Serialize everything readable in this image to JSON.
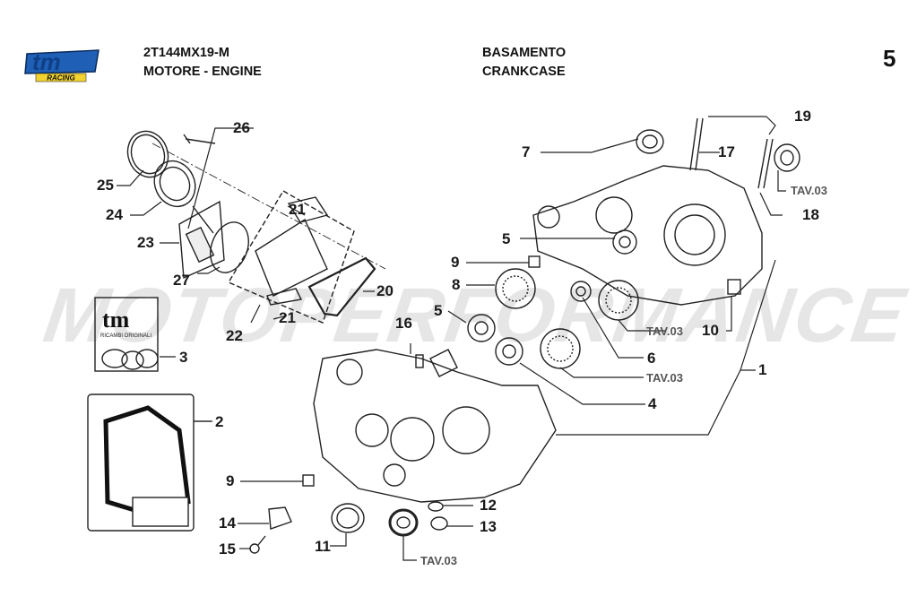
{
  "header": {
    "logo_text": "tm",
    "logo_sub": "RACING",
    "model_code": "2T144MX19-M",
    "group": "MOTORE - ENGINE",
    "section_it": "BASAMENTO",
    "section_en": "CRANKCASE",
    "page_number": "5"
  },
  "watermark": "MOTOPERFORMANCE",
  "kit_labels": {
    "brand": "tm",
    "ricambi": "RICAMBI ORIGINALI"
  },
  "colors": {
    "logo_blue": "#1f5fb5",
    "logo_yellow": "#f2d22e",
    "line": "#222222",
    "tav_text": "#555555"
  },
  "callouts": [
    {
      "id": "c1",
      "text": "1"
    },
    {
      "id": "c2",
      "text": "2"
    },
    {
      "id": "c3",
      "text": "3"
    },
    {
      "id": "c4",
      "text": "4"
    },
    {
      "id": "c5a",
      "text": "5"
    },
    {
      "id": "c5b",
      "text": "5"
    },
    {
      "id": "c6",
      "text": "6"
    },
    {
      "id": "c7",
      "text": "7"
    },
    {
      "id": "c8",
      "text": "8"
    },
    {
      "id": "c9a",
      "text": "9"
    },
    {
      "id": "c9b",
      "text": "9"
    },
    {
      "id": "c10",
      "text": "10"
    },
    {
      "id": "c11",
      "text": "11"
    },
    {
      "id": "c12",
      "text": "12"
    },
    {
      "id": "c13",
      "text": "13"
    },
    {
      "id": "c14",
      "text": "14"
    },
    {
      "id": "c15",
      "text": "15"
    },
    {
      "id": "c16",
      "text": "16"
    },
    {
      "id": "c17",
      "text": "17"
    },
    {
      "id": "c18",
      "text": "18"
    },
    {
      "id": "c19",
      "text": "19"
    },
    {
      "id": "c20",
      "text": "20"
    },
    {
      "id": "c21a",
      "text": "21"
    },
    {
      "id": "c21b",
      "text": "21"
    },
    {
      "id": "c22",
      "text": "22"
    },
    {
      "id": "c23",
      "text": "23"
    },
    {
      "id": "c24",
      "text": "24"
    },
    {
      "id": "c25",
      "text": "25"
    },
    {
      "id": "c26",
      "text": "26"
    },
    {
      "id": "c27",
      "text": "27"
    }
  ],
  "references": [
    {
      "id": "t1",
      "text": "TAV.03"
    },
    {
      "id": "t2",
      "text": "TAV.03"
    },
    {
      "id": "t3",
      "text": "TAV.03"
    },
    {
      "id": "t4",
      "text": "TAV.03"
    }
  ]
}
